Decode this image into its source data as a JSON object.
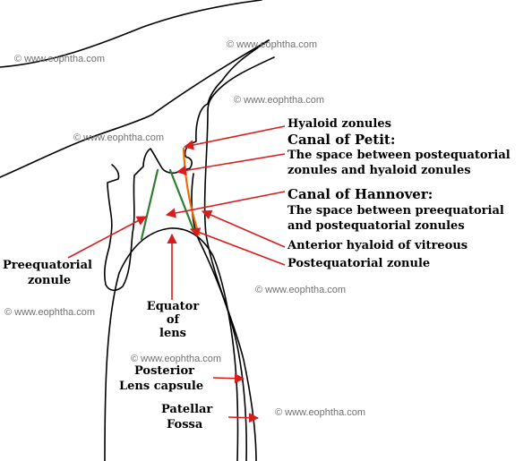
{
  "labels": {
    "hyaloid_zonules": "Hyaloid zonules",
    "canal_of_petit": "Canal of Petit:",
    "canal_of_petit_desc_1": "The space between postequatorial",
    "canal_of_petit_desc_2": "zonules and hyaloid zonules",
    "canal_of_hannover": "Canal of Hannover:",
    "canal_of_hannover_desc_1": "The space between preequatorial",
    "canal_of_hannover_desc_2": "and postequatorial zonules",
    "anterior_hyaloid": "Anterior hyaloid of vitreous",
    "postequatorial_zonule": "Postequatorial zonule",
    "preequatorial_zonule_1": "Preequatorial",
    "preequatorial_zonule_2": "zonule",
    "equator_1": "Equator",
    "equator_2": "of",
    "equator_3": "lens",
    "posterior_capsule_1": "Posterior",
    "posterior_capsule_2": "Lens capsule",
    "patellar_fossa_1": "Patellar",
    "patellar_fossa_2": "Fossa"
  },
  "watermark": "© www.eophtha.com",
  "colors": {
    "outline": "#000000",
    "arrow": "#d91c1c",
    "zonule_green": "#2e7d32",
    "hyaloid_orange": "#ef6c00",
    "watermark": "#707070"
  }
}
